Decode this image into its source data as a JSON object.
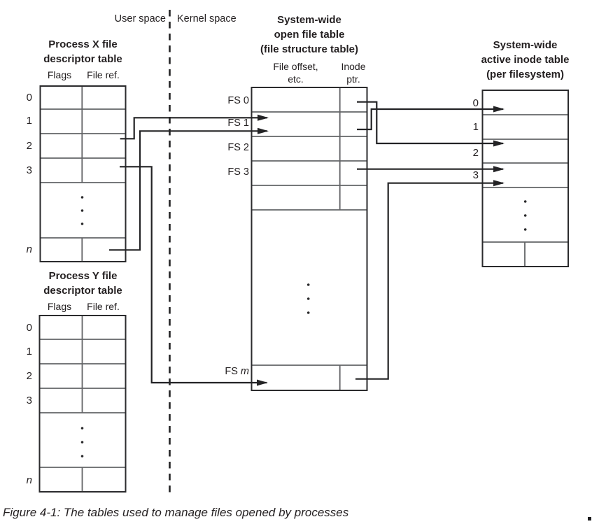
{
  "regions": {
    "user_space_label": "User space",
    "kernel_space_label": "Kernel space"
  },
  "process_x": {
    "title_line1": "Process X file",
    "title_line2": "descriptor table",
    "col_flags": "Flags",
    "col_fileref": "File ref.",
    "rows": [
      "0",
      "1",
      "2",
      "3"
    ],
    "row_n": "n"
  },
  "process_y": {
    "title_line1": "Process Y file",
    "title_line2": "descriptor table",
    "col_flags": "Flags",
    "col_fileref": "File ref.",
    "rows": [
      "0",
      "1",
      "2",
      "3"
    ],
    "row_n": "n"
  },
  "open_file_table": {
    "title_line1": "System-wide",
    "title_line2": "open file table",
    "title_line3": "(file structure table)",
    "col_offset_line1": "File offset,",
    "col_offset_line2": "etc.",
    "col_inode_line1": "Inode",
    "col_inode_line2": "ptr.",
    "rows": [
      "FS 0",
      "FS 1",
      "FS 2",
      "FS 3"
    ],
    "row_m_prefix": "FS",
    "row_m_char": "m"
  },
  "inode_table": {
    "title_line1": "System-wide",
    "title_line2": "active inode table",
    "title_line3": "(per filesystem)",
    "rows": [
      "0",
      "1",
      "2",
      "3"
    ]
  },
  "caption": "Figure 4-1: The tables used to manage files opened by processes",
  "colors": {
    "ink": "#231f20",
    "grid": "#636467"
  }
}
